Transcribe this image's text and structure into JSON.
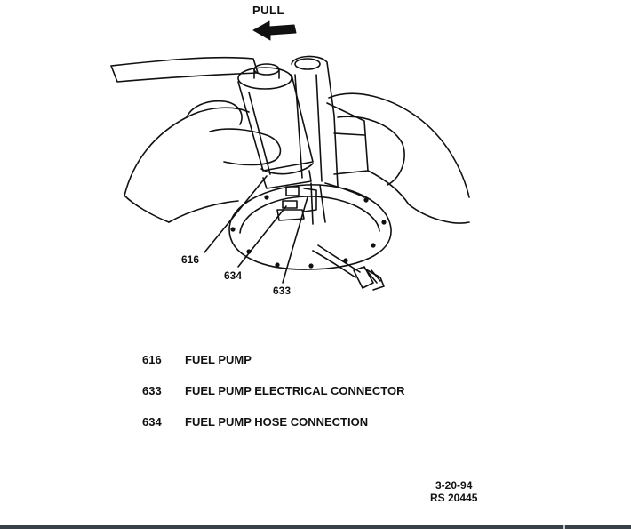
{
  "figure": {
    "pull_label": "PULL",
    "callouts": [
      "616",
      "634",
      "633"
    ],
    "reference": {
      "date": "3-20-94",
      "code": "RS 20445"
    }
  },
  "legend": [
    {
      "number": "616",
      "description": "FUEL PUMP"
    },
    {
      "number": "633",
      "description": "FUEL PUMP ELECTRICAL CONNECTOR"
    },
    {
      "number": "634",
      "description": "FUEL PUMP HOSE CONNECTION"
    }
  ],
  "colors": {
    "ink": "#111111",
    "paper": "#ffffff",
    "bottom_bar": "#3a4047"
  }
}
